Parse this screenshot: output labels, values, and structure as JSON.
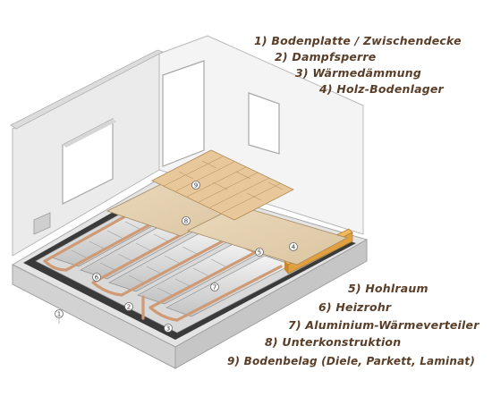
{
  "legend_top": [
    {
      "text": "1) Bodenplatte / Zwischendecke"
    },
    {
      "text": "2) Dampfsperre"
    },
    {
      "text": "3) Wärmedämmung"
    },
    {
      "text": "4) Holz-Bodenlager"
    }
  ],
  "legend_bottom": [
    {
      "text": "5) Hohlraum"
    },
    {
      "text": "6) Heizrohr"
    },
    {
      "text": "7) Aluminium-Wärmeverteiler"
    },
    {
      "text": "8) Unterkonstruktion"
    },
    {
      "text": "9) Bodenbelag (Diele, Parkett, Laminat)"
    }
  ],
  "markers": [
    {
      "label": "1"
    },
    {
      "label": "2"
    },
    {
      "label": "3"
    },
    {
      "label": "4"
    },
    {
      "label": "5"
    },
    {
      "label": "6"
    },
    {
      "label": "7"
    },
    {
      "label": "8"
    },
    {
      "label": "9"
    }
  ],
  "colors": {
    "legend_text": "#5a3e28",
    "wall": "#f2f2f2",
    "wall_shade": "#d9d9d9",
    "slab": "#e6e6e6",
    "vapor_barrier": "#3a3a3a",
    "board": "#e3d0b0",
    "parquet": "#e8c89a",
    "joist": "#e0a040",
    "pipe": "#cf9a76",
    "aluminium": "#d8d8d8"
  }
}
